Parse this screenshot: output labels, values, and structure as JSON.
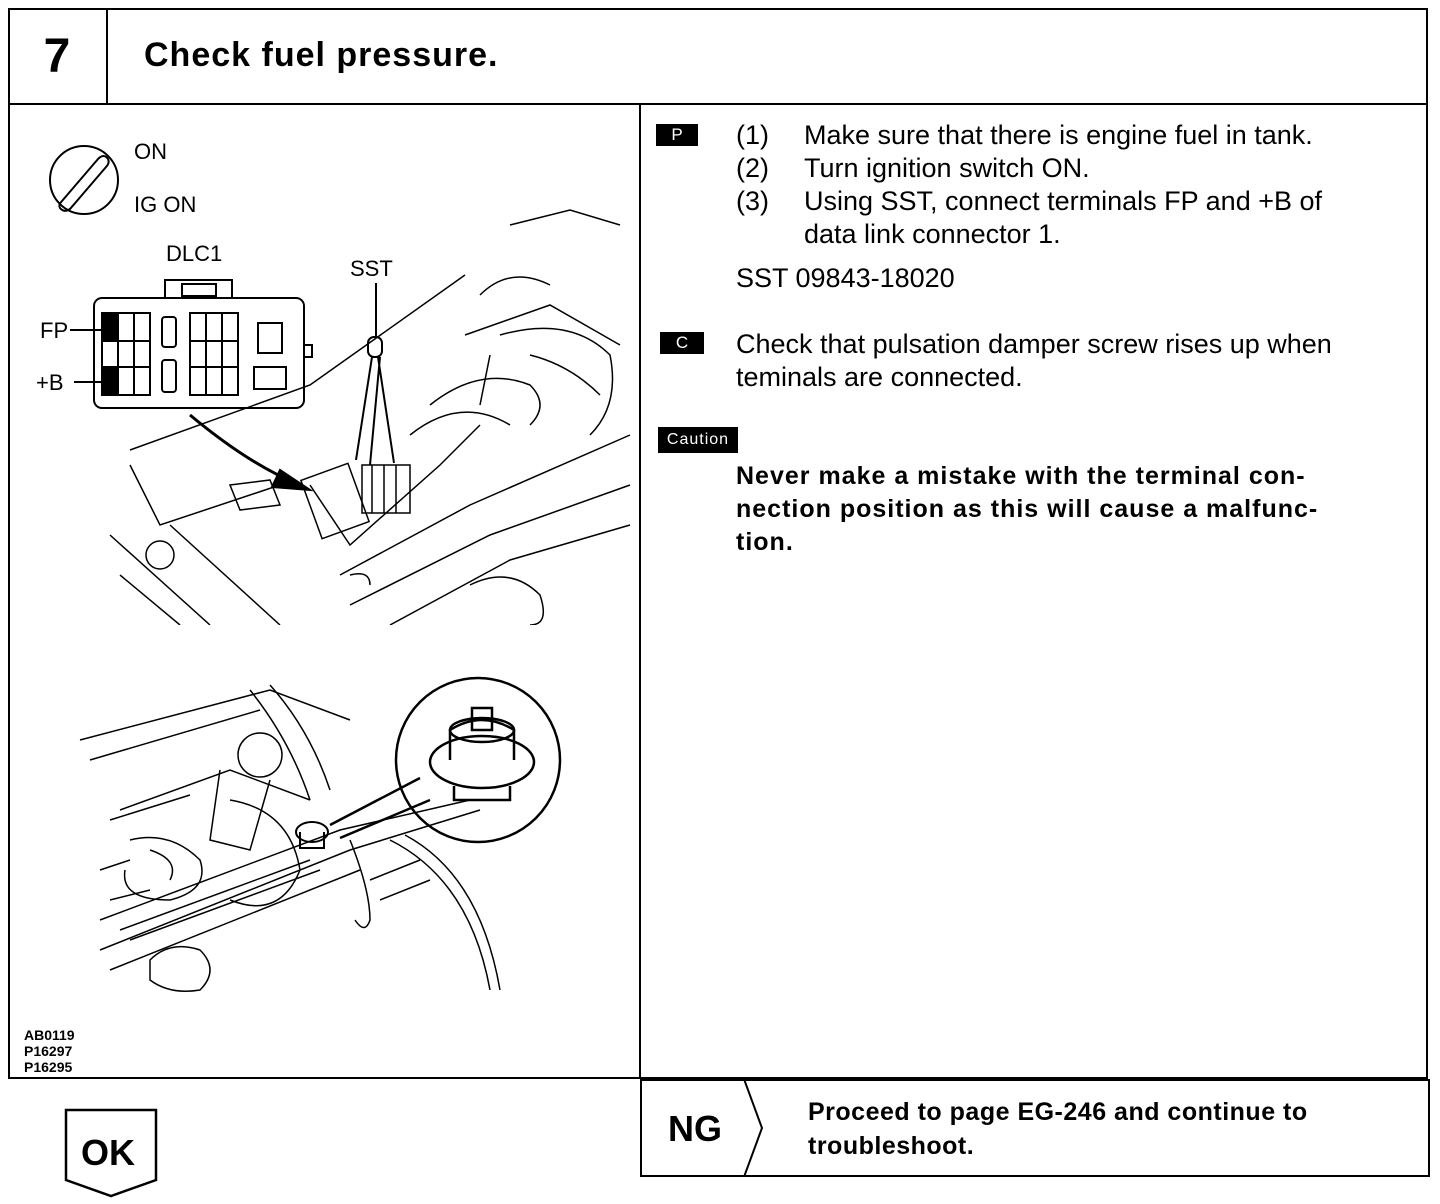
{
  "header": {
    "step_number": "7",
    "title": "Check fuel pressure."
  },
  "illustration_top": {
    "ignition_on": "ON",
    "ignition_ig_on": "IG ON",
    "connector_label": "DLC1",
    "sst_label": "SST",
    "terminal_fp": "FP",
    "terminal_b": "+B"
  },
  "figure_codes": [
    "AB0119",
    "P16297",
    "P16295"
  ],
  "procedure": {
    "tag": "P",
    "steps": [
      {
        "num": "(1)",
        "text": "Make sure that there is engine fuel in tank."
      },
      {
        "num": "(2)",
        "text": "Turn ignition switch ON."
      },
      {
        "num": "(3)",
        "text": "Using SST, connect terminals FP and +B of",
        "text2": "data link connector 1."
      }
    ],
    "sst_number": "SST 09843-18020"
  },
  "check": {
    "tag": "C",
    "line1": "Check that pulsation damper screw rises up when",
    "line2": "teminals are connected."
  },
  "caution": {
    "tag": "Caution",
    "line1": "Never make a mistake with the terminal con-",
    "line2": "nection position as this will cause a malfunc-",
    "line3": "tion."
  },
  "result_ng": {
    "label": "NG",
    "line1": "Proceed to page EG-246 and continue to",
    "line2": "troubleshoot."
  },
  "result_ok": {
    "label": "OK"
  }
}
